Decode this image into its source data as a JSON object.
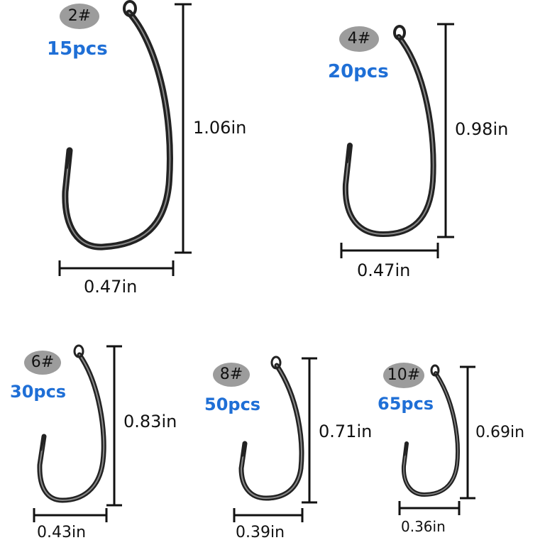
{
  "colors": {
    "count": "#1f6fd6",
    "badge": "#9c9c9c",
    "hook": "#222222",
    "measure": "#111111"
  },
  "hooks": [
    {
      "size": "2#",
      "count": "15pcs",
      "height": "1.06in",
      "width": "0.47in"
    },
    {
      "size": "4#",
      "count": "20pcs",
      "height": "0.98in",
      "width": "0.47in"
    },
    {
      "size": "6#",
      "count": "30pcs",
      "height": "0.83in",
      "width": "0.43in"
    },
    {
      "size": "8#",
      "count": "50pcs",
      "height": "0.71in",
      "width": "0.39in"
    },
    {
      "size": "10#",
      "count": "65pcs",
      "height": "0.69in",
      "width": "0.36in"
    }
  ]
}
